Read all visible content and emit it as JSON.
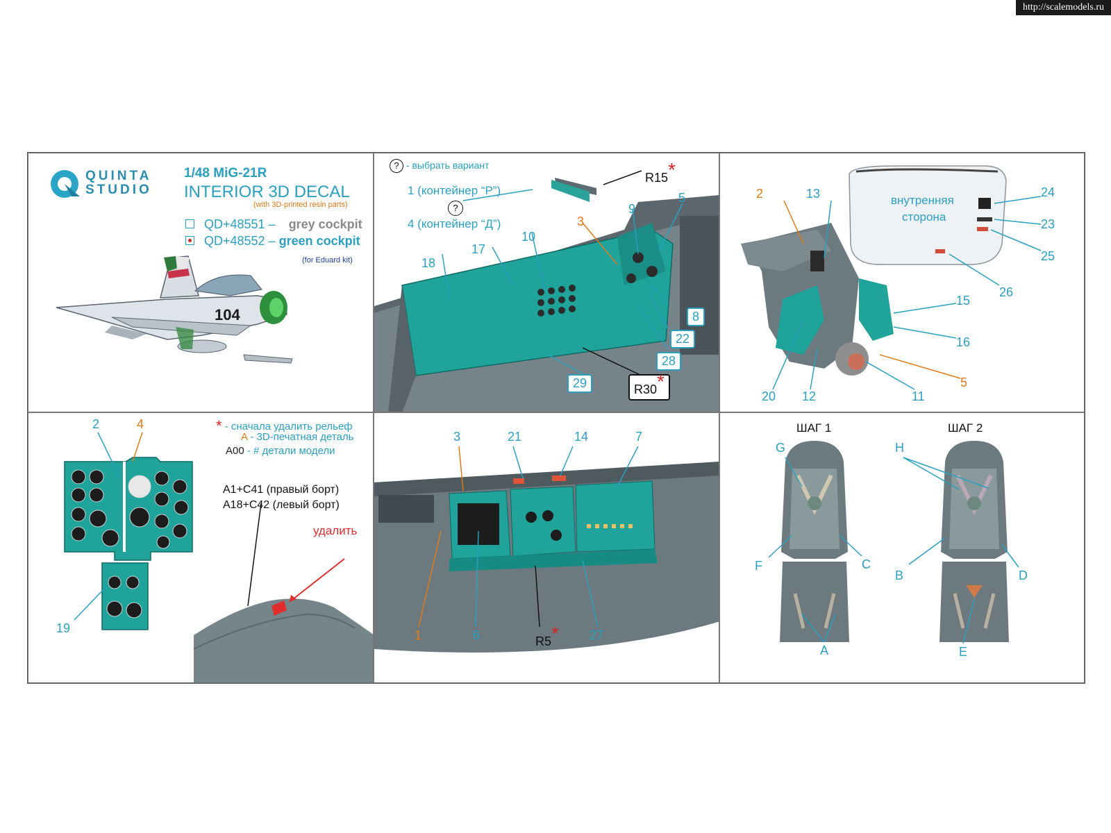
{
  "watermark": "http://scalemodels.ru",
  "panel1": {
    "logo_line1": "QUINTA",
    "logo_line2": "STUDIO",
    "scale_title": "1/48 MiG-21R",
    "product_title": "INTERIOR 3D DECAL",
    "subtitle": "(with 3D-printed resin parts)",
    "option1_code": "QD+48551",
    "option1_sep": "–",
    "option1_desc": "grey cockpit",
    "option2_code": "QD+48552",
    "option2_sep": "–",
    "option2_desc": "green cockpit",
    "kit_note": "(for Eduard kit)",
    "tail_number": "104"
  },
  "panel2": {
    "legend_symbol": "?",
    "legend_text": "- выбрать вариант",
    "variant1": "1 (контейнер “Р”)",
    "variant_q": "?",
    "variant2": "4 (контейнер “Д”)",
    "labels": [
      "R15",
      "5",
      "9",
      "3",
      "10",
      "17",
      "18",
      "8",
      "22",
      "28",
      "29",
      "R30"
    ]
  },
  "panel3": {
    "canopy_text1": "внутренняя",
    "canopy_text2": "сторона",
    "labels": [
      "2",
      "13",
      "24",
      "23",
      "25",
      "26",
      "15",
      "16",
      "20",
      "12",
      "11",
      "5"
    ]
  },
  "panel4": {
    "labels": [
      "2",
      "4",
      "19"
    ],
    "legend1_symbol": "*",
    "legend1_text": "- сначала удалить рельеф",
    "legend2_symbol": "A",
    "legend2_text": "- 3D-печатная деталь",
    "legend3_symbol": "A00",
    "legend3_text": "- # детали модели",
    "note1": "A1+C41 (правый борт)",
    "note2": "A18+C42 (левый борт)",
    "remove_label": "удалить"
  },
  "panel5": {
    "labels": [
      "3",
      "21",
      "14",
      "7",
      "1",
      "6",
      "R5",
      "27"
    ]
  },
  "panel6": {
    "step1": "ШАГ 1",
    "step2": "ШАГ 2",
    "labels": [
      "G",
      "F",
      "C",
      "A",
      "H",
      "B",
      "D",
      "E"
    ]
  },
  "colors": {
    "teal_label": "#2a9fc0",
    "orange_label": "#e07a16",
    "panel_green": "#1fa39a",
    "cockpit_grey": "#6f7d80",
    "star_red": "#d32626"
  }
}
